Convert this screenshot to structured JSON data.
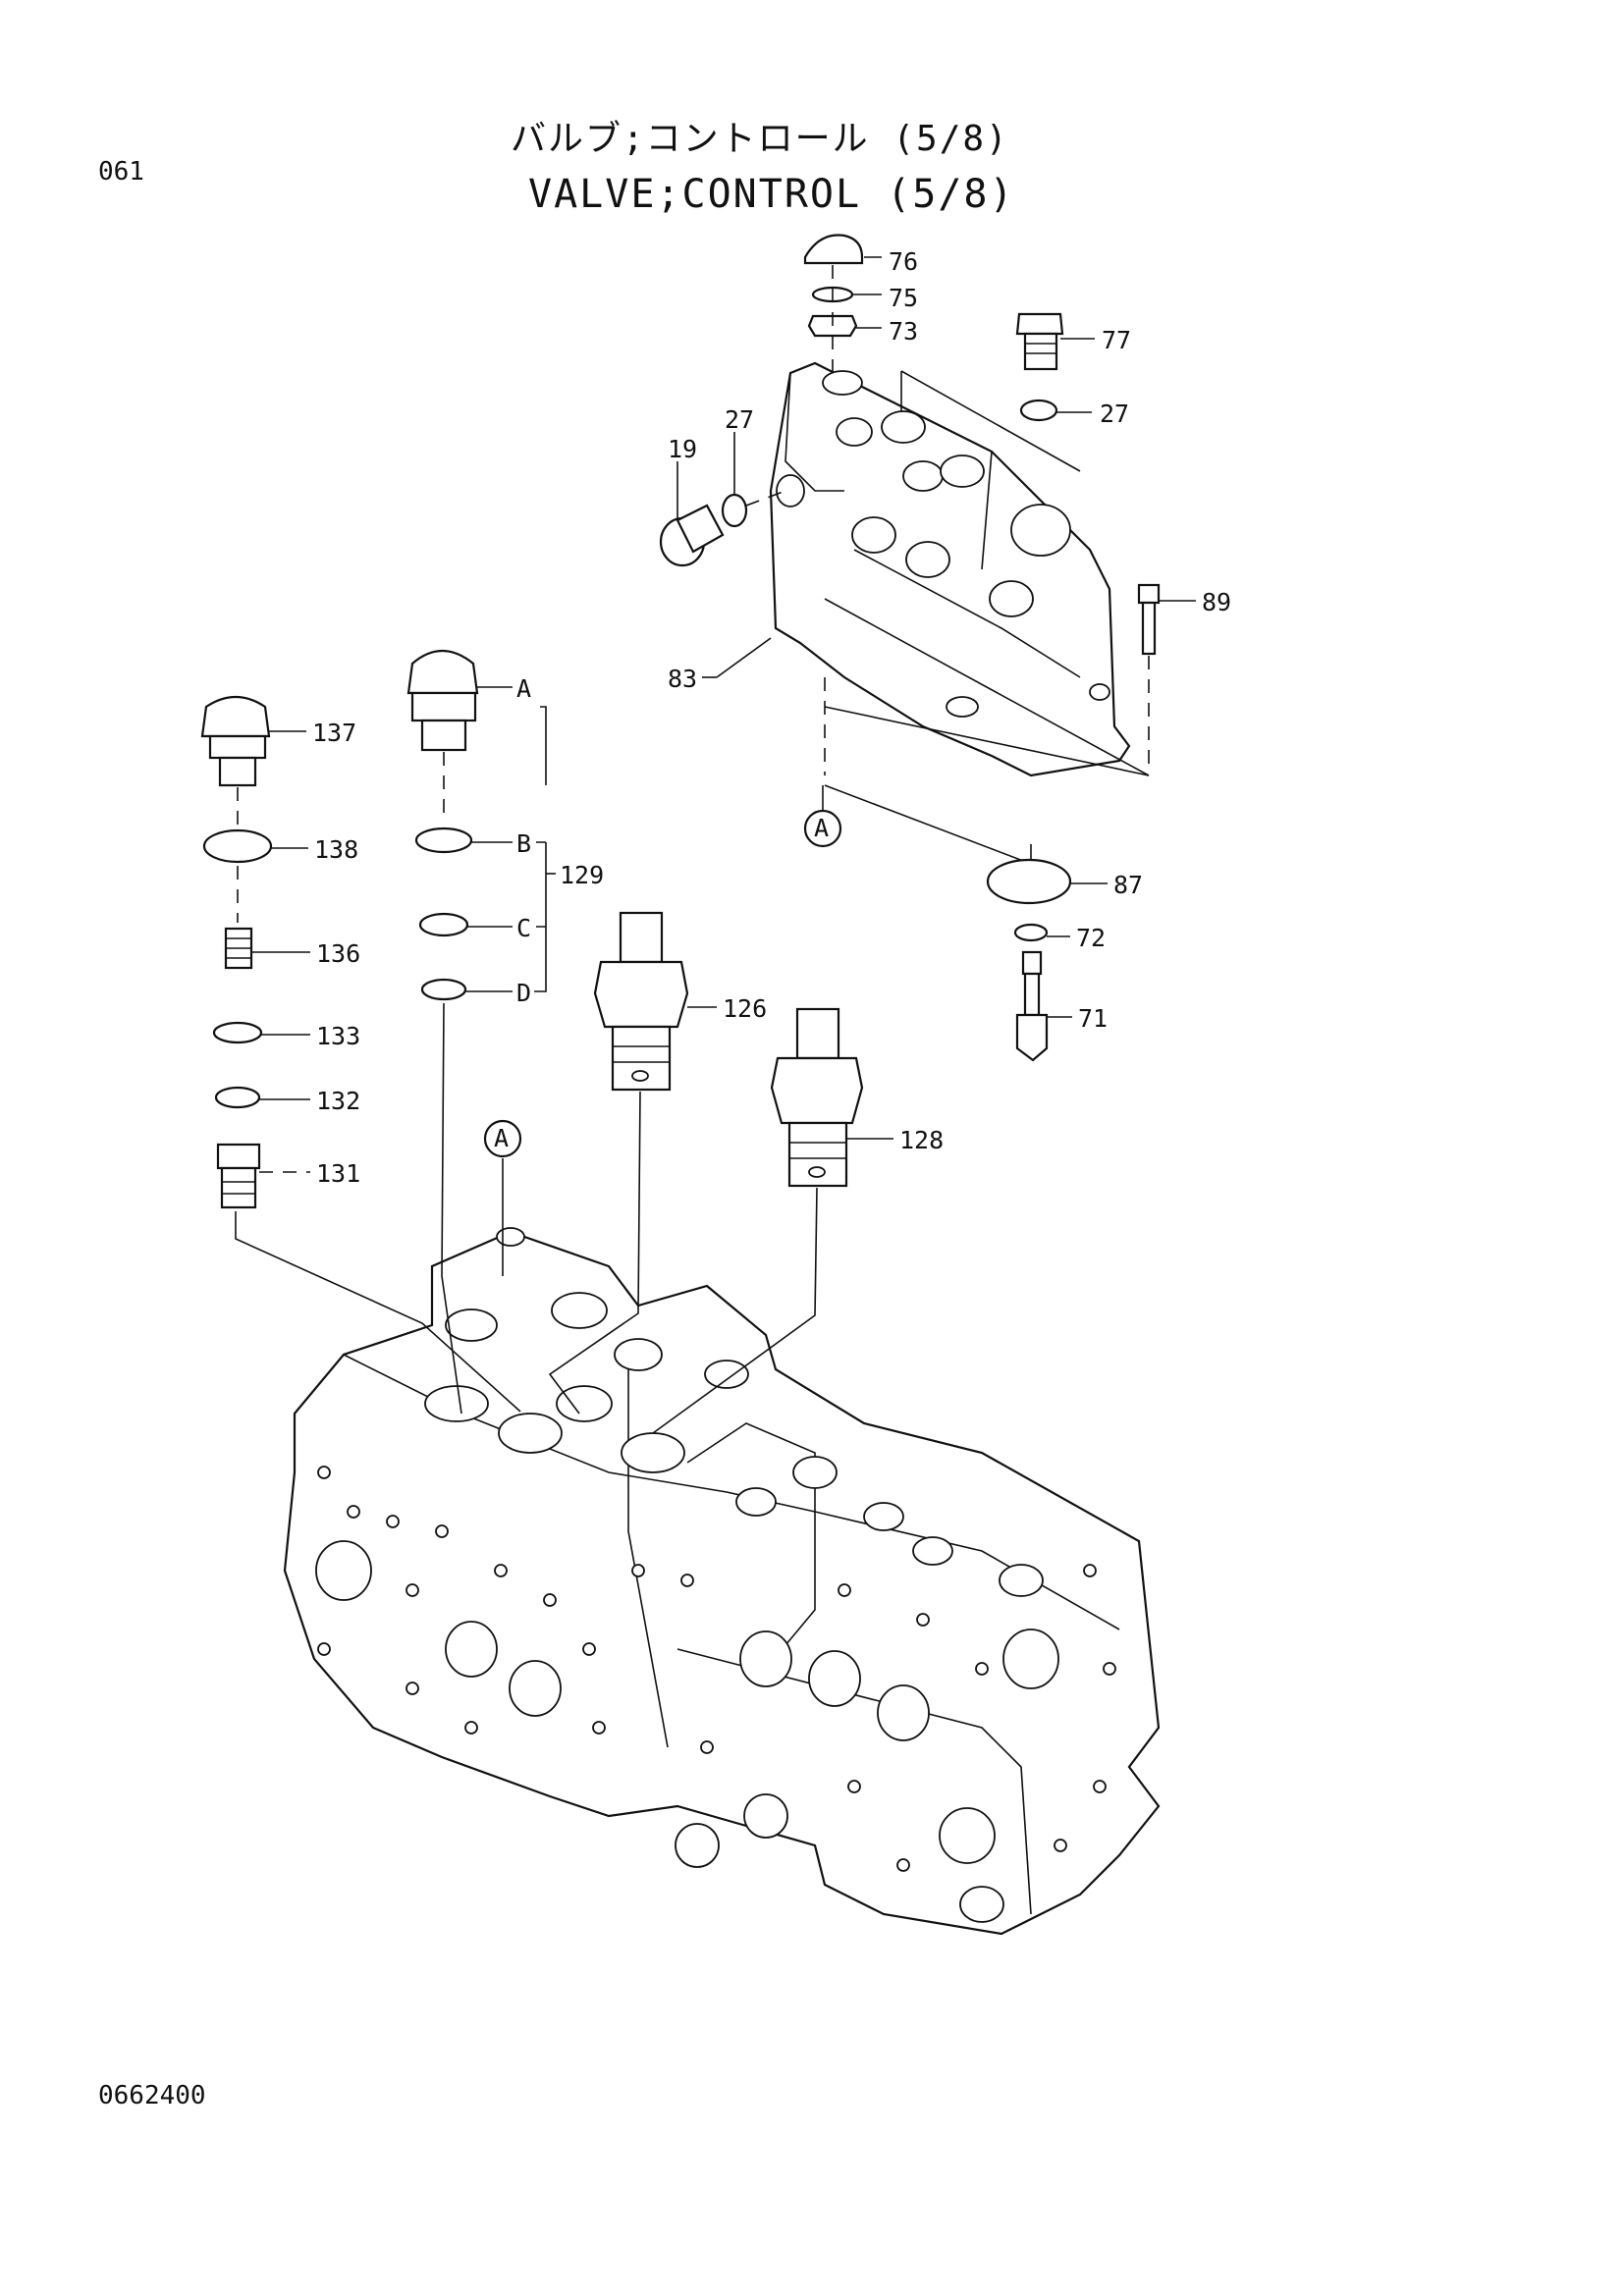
{
  "header": {
    "title_jp": "バルブ;コントロール (5/8)",
    "title_en": "VALVE;CONTROL (5/8)",
    "page_number": "061"
  },
  "footer": {
    "figure_number": "0662400"
  },
  "callouts": {
    "c76": "76",
    "c75": "75",
    "c73": "73",
    "c77": "77",
    "c27a": "27",
    "c27b": "27",
    "c19": "19",
    "c89": "89",
    "c83": "83",
    "c87": "87",
    "c72": "72",
    "c71": "71",
    "c137": "137",
    "c138": "138",
    "c136": "136",
    "c133": "133",
    "c132": "132",
    "c131": "131",
    "c126": "126",
    "c128": "128",
    "c129": "129",
    "letterA": "A",
    "letterB": "B",
    "letterC": "C",
    "letterD": "D",
    "refA1": "A",
    "refA2": "A"
  }
}
